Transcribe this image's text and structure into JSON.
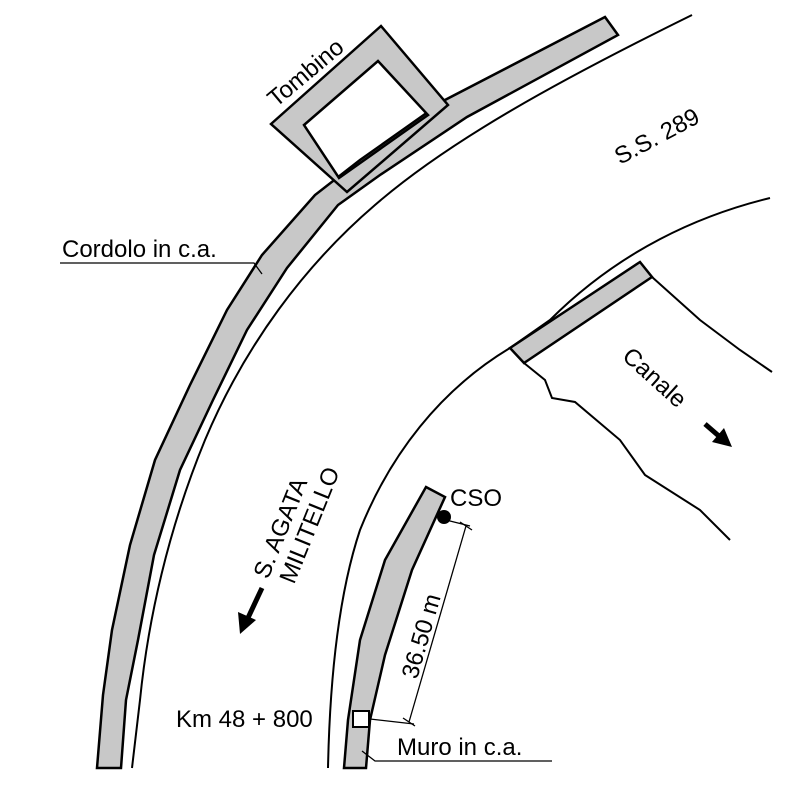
{
  "labels": {
    "tombino": "Tombino",
    "road": "S.S. 289",
    "cordolo": "Cordolo in c.a.",
    "canale": "Canale",
    "cso": "CSO",
    "direction_line1": "S. AGATA",
    "direction_line2": "MILITELLO",
    "distance": "36.50 m",
    "km": "Km 48 + 800",
    "muro": "Muro in c.a."
  },
  "colors": {
    "fill": "#c8c8c8",
    "stroke": "#000000",
    "background": "#ffffff"
  }
}
